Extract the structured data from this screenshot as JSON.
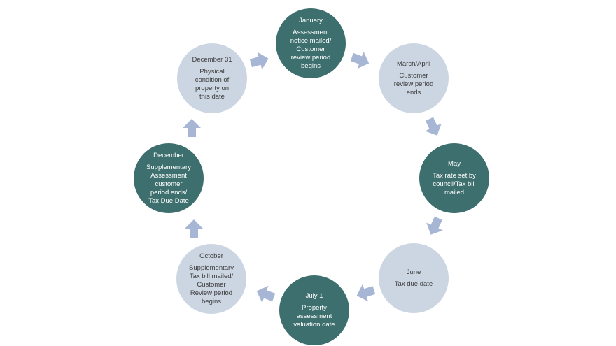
{
  "colors": {
    "dark_node": "#3d6f6e",
    "light_node": "#ccd6e3",
    "arrow": "#a8b6d5"
  },
  "cycle": [
    {
      "title": "January",
      "description": "Assessment\nnotice mailed/\nCustomer\nreview period\nbegins",
      "style": "dark"
    },
    {
      "title": "March/April",
      "description": "Customer\nreview period\nends",
      "style": "light"
    },
    {
      "title": "May",
      "description": "Tax rate set by\ncouncil/Tax bill\nmailed",
      "style": "dark"
    },
    {
      "title": "June",
      "description": "Tax due date",
      "style": "light"
    },
    {
      "title": "July 1",
      "description": "Property\nassessment\nvaluation date",
      "style": "dark"
    },
    {
      "title": "October",
      "description": "Supplementary\nTax bill mailed/\nCustomer\nReview period\nbegins",
      "style": "light"
    },
    {
      "title": "December",
      "description": "Supplementary\nAssessment\ncustomer\nperiod ends/\nTax Due Date",
      "style": "dark"
    },
    {
      "title": "December 31",
      "description": "Physical\ncondition of\nproperty on\nthis date",
      "style": "light"
    }
  ]
}
